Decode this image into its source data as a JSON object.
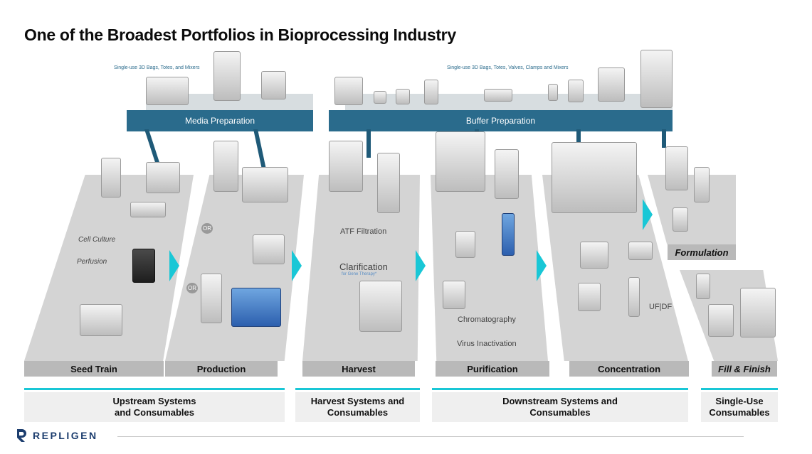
{
  "title": "One of the Broadest Portfolios in Bioprocessing Industry",
  "shelves": {
    "media": {
      "label": "Media Preparation",
      "note": "Single-use 3D Bags, Totes, and Mixers"
    },
    "buffer": {
      "label": "Buffer Preparation",
      "note": "Single-use 3D Bags, Totes, Valves, Clamps and Mixers"
    }
  },
  "stages": {
    "seed_train": "Seed Train",
    "production": "Production",
    "harvest": "Harvest",
    "purification": "Purification",
    "concentration": "Concentration",
    "formulation": "Formulation",
    "fill_finish": "Fill & Finish"
  },
  "process_labels": {
    "cell_culture": "Cell Culture",
    "perfusion": "Perfusion",
    "or": "OR",
    "atf_filtration": "ATF Filtration",
    "clarification": "Clarification",
    "clarification_sub": "for Gene Therapy*",
    "chromatography": "Chromatography",
    "virus_inactivation": "Virus Inactivation",
    "uf_df": "UF|DF"
  },
  "categories": {
    "upstream": "Upstream Systems and Consumables",
    "harvest": "Harvest Systems and Consumables",
    "downstream": "Downstream Systems and Consumables",
    "single_use": "Single-Use Consumables"
  },
  "logo": {
    "text": "REPLIGEN"
  },
  "colors": {
    "shelf": "#2a6b8c",
    "accent": "#19c7d6",
    "brand": "#1c3d6e"
  }
}
